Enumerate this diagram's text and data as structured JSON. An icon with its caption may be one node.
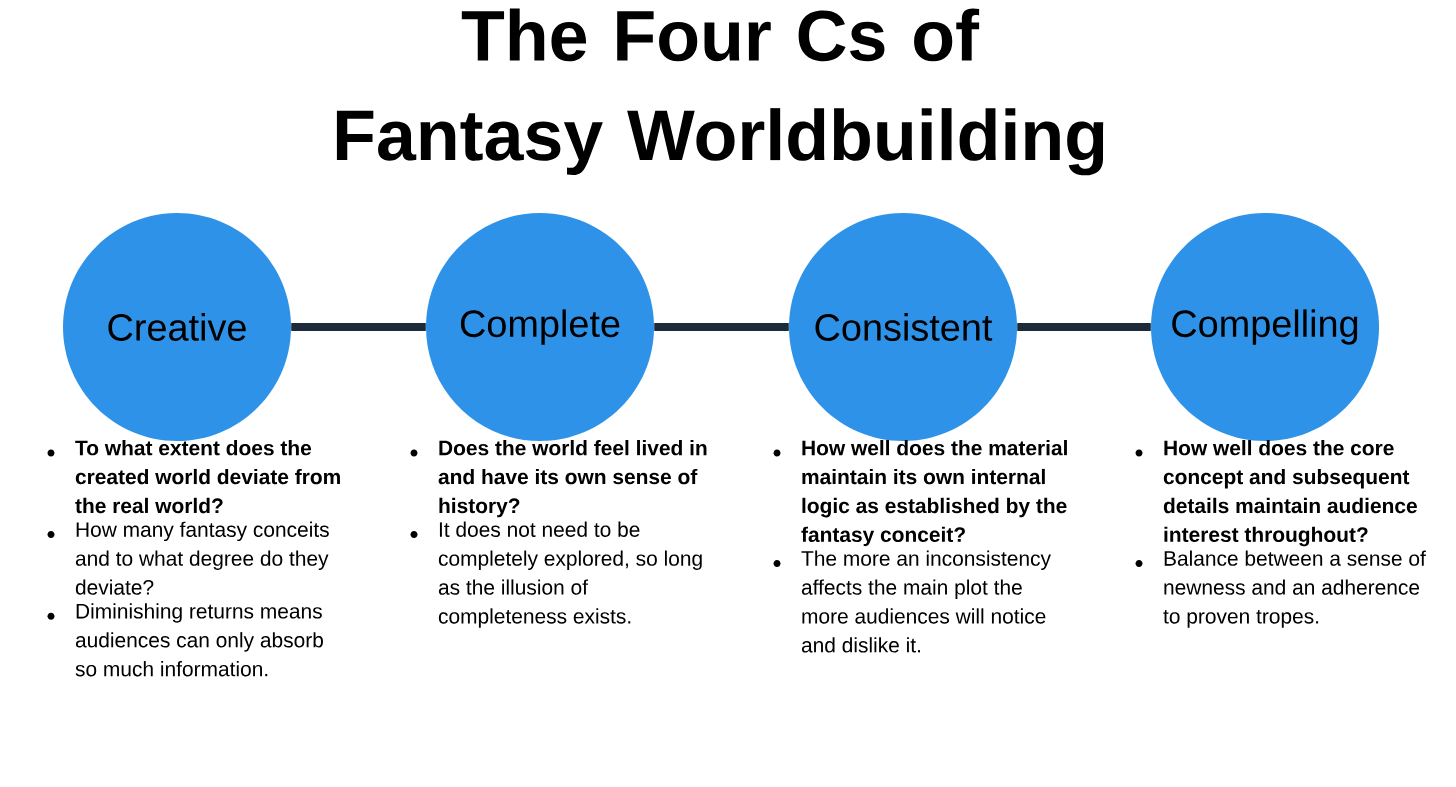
{
  "diagram": {
    "title": "The Four Cs of Fantasy Worldbuilding",
    "nodes": [
      {
        "text": [
          "Creative"
        ],
        "beside": [
          "To what extent does the created world deviate from the real world?",
          "How many fantasy conceits and to what degree do they deviate?",
          "Diminishing returns means audiences can only absorb so much information."
        ]
      },
      {
        "text": [
          "Complete"
        ],
        "beside": [
          "Does the world feel lived in and have its own sense of history?",
          "It does not need to be completely explored, so long as the illusion of completeness exists."
        ]
      },
      {
        "text": [
          "Consistent"
        ],
        "beside": [
          "How well does the material maintain its own internal logic as established by the fantasy conceit?",
          "The more an inconsistency affects the main plot the more audiences will notice and dislike it."
        ]
      },
      {
        "text": [
          "Compelling"
        ],
        "beside": [
          "How well does the core concept and subsequent details maintain audience interest throughout?",
          "Balance between a sense of newness and an adherence to proven tropes."
        ]
      }
    ],
    "edges": [
      {
        "from": 0,
        "to": 1,
        "arrow": "none"
      },
      {
        "from": 1,
        "to": 2,
        "arrow": "none"
      },
      {
        "from": 2,
        "to": 3,
        "arrow": "none"
      }
    ]
  }
}
